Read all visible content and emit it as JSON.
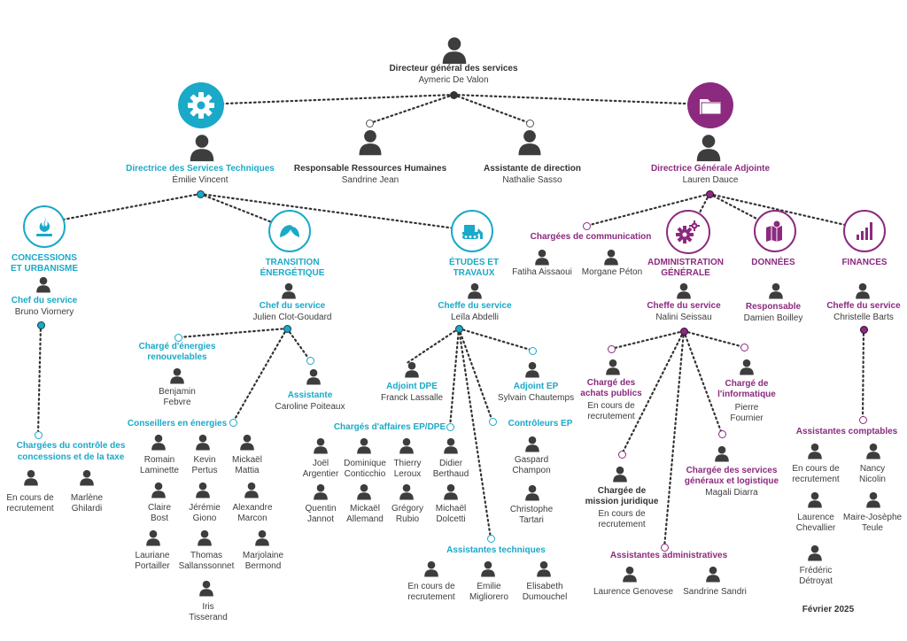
{
  "colors": {
    "cyan": "#1aa9c8",
    "magenta": "#8c2a7f",
    "dark": "#3d3d3d"
  },
  "top": {
    "role": "Directeur général des services",
    "name": "Aymeric De Valon"
  },
  "dst": {
    "icon": "gear-icon",
    "role": "Directrice des Services Techniques",
    "name": "Émilie Vincent"
  },
  "rh": {
    "role": "Responsable Ressources Humaines",
    "name": "Sandrine Jean"
  },
  "ad": {
    "role": "Assistante de direction",
    "name": "Nathalie Sasso"
  },
  "dga": {
    "icon": "folder-icon",
    "role": "Directrice Générale Adjointe",
    "name": "Lauren Dauce"
  },
  "concessions": {
    "icon": "flame-icon",
    "title1": "CONCESSIONS",
    "title2": "ET URBANISME",
    "chef_role": "Chef du service",
    "chef_name": "Bruno Viornery",
    "group_line1": "Chargées du contrôle des",
    "group_line2": "concessions et de la taxe",
    "m1a": "En cours de",
    "m1b": "recrutement",
    "m2a": "Marlène",
    "m2b": "Ghilardi"
  },
  "transition": {
    "icon": "leaf-icon",
    "title1": "TRANSITION",
    "title2": "ÉNERGÉTIQUE",
    "chef_role": "Chef du service",
    "chef_name": "Julien Clot-Goudard",
    "ener_role1": "Chargé d'énergies",
    "ener_role2": "renouvelables",
    "ener_name1": "Benjamin",
    "ener_name2": "Febvre",
    "assist_role": "Assistante",
    "assist_name": "Caroline Poiteaux",
    "cons_role": "Conseillers en énergies",
    "cons": [
      "Romain",
      "Laminette",
      "Kevin",
      "Pertus",
      "Mickaël",
      "Mattia",
      "Claire",
      "Bost",
      "Jérémie",
      "Giono",
      "Alexandre",
      "Marcon",
      "Lauriane",
      "Portailler",
      "Thomas",
      "Sallanssonnet",
      "Marjolaine",
      "Bermond",
      "Iris",
      "Tisserand"
    ]
  },
  "etudes": {
    "icon": "bulldozer-icon",
    "title1": "ÉTUDES ET",
    "title2": "TRAVAUX",
    "chef_role": "Cheffe du service",
    "chef_name": "Leïla Abdelli",
    "adj_dpe_role": "Adjoint DPE",
    "adj_dpe_name": "Franck Lassalle",
    "adj_ep_role": "Adjoint EP",
    "adj_ep_name": "Sylvain Chautemps",
    "ca_role": "Chargés d'affaires EP/DPE",
    "ca": [
      "Joël",
      "Argentier",
      "Dominique",
      "Conticchio",
      "Thierry",
      "Leroux",
      "Didier",
      "Berthaud",
      "Quentin",
      "Jannot",
      "Mickaël",
      "Allemand",
      "Grégory",
      "Rubio",
      "Michaël",
      "Dolcetti"
    ],
    "ctrl_role": "Contrôleurs EP",
    "ctrl": [
      "Gaspard",
      "Champon",
      "Christophe",
      "Tartari"
    ],
    "at_role": "Assistantes techniques",
    "at": [
      "En cours de",
      "recrutement",
      "Emilie",
      "Migliorero",
      "Elisabeth",
      "Dumouchel"
    ]
  },
  "comm": {
    "role": "Chargées de  communication",
    "n1": "Fatiha Aissaoui",
    "n2": "Morgane Péton"
  },
  "admin": {
    "icon": "gears-icon",
    "title1": "ADMINISTRATION",
    "title2": "GÉNÉRALE",
    "chef_role": "Cheffe du service",
    "chef_name": "Nalini Seissau",
    "ach_role1": "Chargé des",
    "ach_role2": "achats publics",
    "ach_n1": "En cours de",
    "ach_n2": "recrutement",
    "info_role1": "Chargé de",
    "info_role2": "l'informatique",
    "info_n1": "Pierre",
    "info_n2": "Fournier",
    "jur_role1": "Chargée de",
    "jur_role2": "mission juridique",
    "jur_n1": "En cours de",
    "jur_n2": "recrutement",
    "sg_role1": "Chargée des services",
    "sg_role2": "généraux et logistique",
    "sg_name": "Magali Diarra",
    "aa_role": "Assistantes administratives",
    "aa_n1": "Laurence Genovese",
    "aa_n2": "Sandrine Sandri"
  },
  "donnees": {
    "icon": "map-icon",
    "title": "DONNÉES",
    "role": "Responsable",
    "name": "Damien Boilley"
  },
  "finances": {
    "icon": "bar-chart-icon",
    "title": "FINANCES",
    "chef_role": "Cheffe du service",
    "chef_name": "Christelle Barts",
    "ac_role": "Assistantes comptables",
    "ac": [
      "En cours de",
      "recrutement",
      "Nancy",
      "Nicolin",
      "Laurence",
      "Chevallier",
      "Maire-Josèphe",
      "Teule",
      "Frédéric",
      "Détroyat"
    ]
  },
  "date": "Février 2025"
}
